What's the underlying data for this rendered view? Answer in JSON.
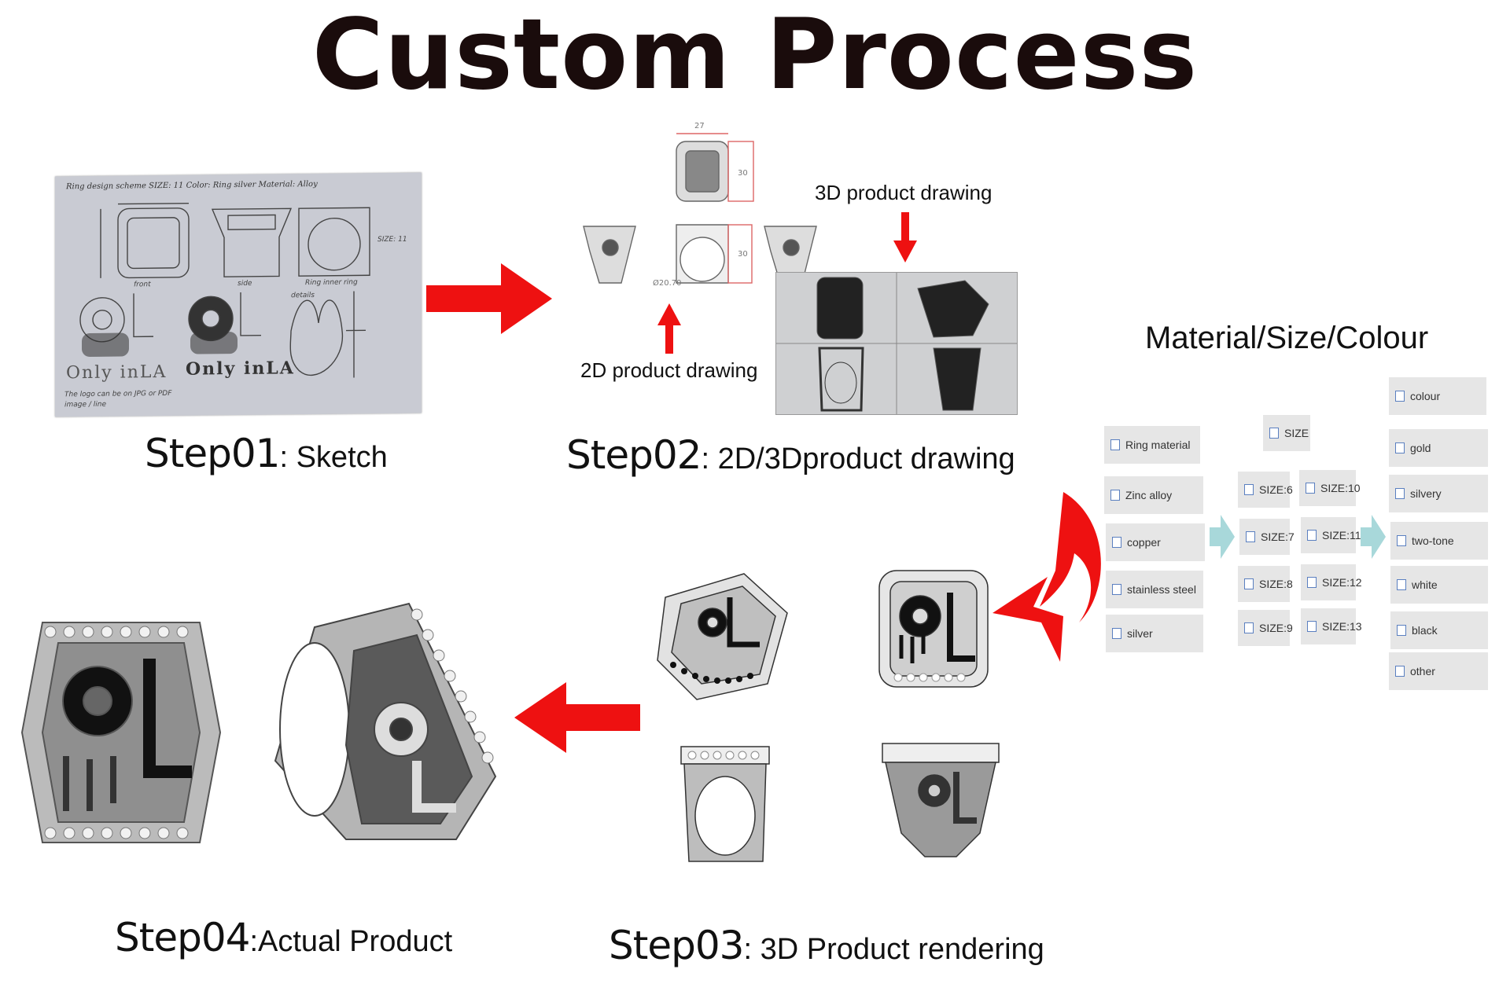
{
  "title": "Custom Process",
  "steps": {
    "step01": {
      "num": "Step01",
      "desc": ": Sketch"
    },
    "step02": {
      "num": "Step02",
      "desc": ": 2D/3Dproduct drawing"
    },
    "step03": {
      "num": "Step03",
      "desc": ": 3D Product rendering"
    },
    "step04": {
      "num": "Step04",
      "desc": ":Actual Product"
    }
  },
  "callouts": {
    "drawing_3d": "3D product drawing",
    "drawing_2d": "2D product drawing"
  },
  "sketch": {
    "header": "Ring design scheme   SIZE: 11   Color: Ring silver   Material: Alloy",
    "brand_text": "Only inLA",
    "labels": {
      "front": "front",
      "side": "side",
      "inner": "Ring inner ring",
      "size": "SIZE: 11",
      "details": "details"
    },
    "note": "The logo can be on JPG or PDF image / line"
  },
  "drawing_2d": {
    "dim_width": "27",
    "dim_height": "30",
    "dim_side": "30",
    "diameter": "Ø20.70"
  },
  "material_panel": {
    "title": "Material/Size/Colour",
    "materials": [
      "Ring material",
      "Zinc alloy",
      "copper",
      "stainless steel",
      "silver"
    ],
    "size_header": "SIZE",
    "sizes_left": [
      "SIZE:6",
      "SIZE:7",
      "SIZE:8",
      "SIZE:9"
    ],
    "sizes_right": [
      "SIZE:10",
      "SIZE:11",
      "SIZE:12",
      "SIZE:13"
    ],
    "colours": [
      "colour",
      "gold",
      "silvery",
      "two-tone",
      "white",
      "black",
      "other"
    ]
  },
  "colors": {
    "arrow_red": "#ee1111",
    "chevron_teal": "#a8d8da",
    "option_bg": "#e6e6e6",
    "checkbox_blue": "#5a7fc0"
  }
}
